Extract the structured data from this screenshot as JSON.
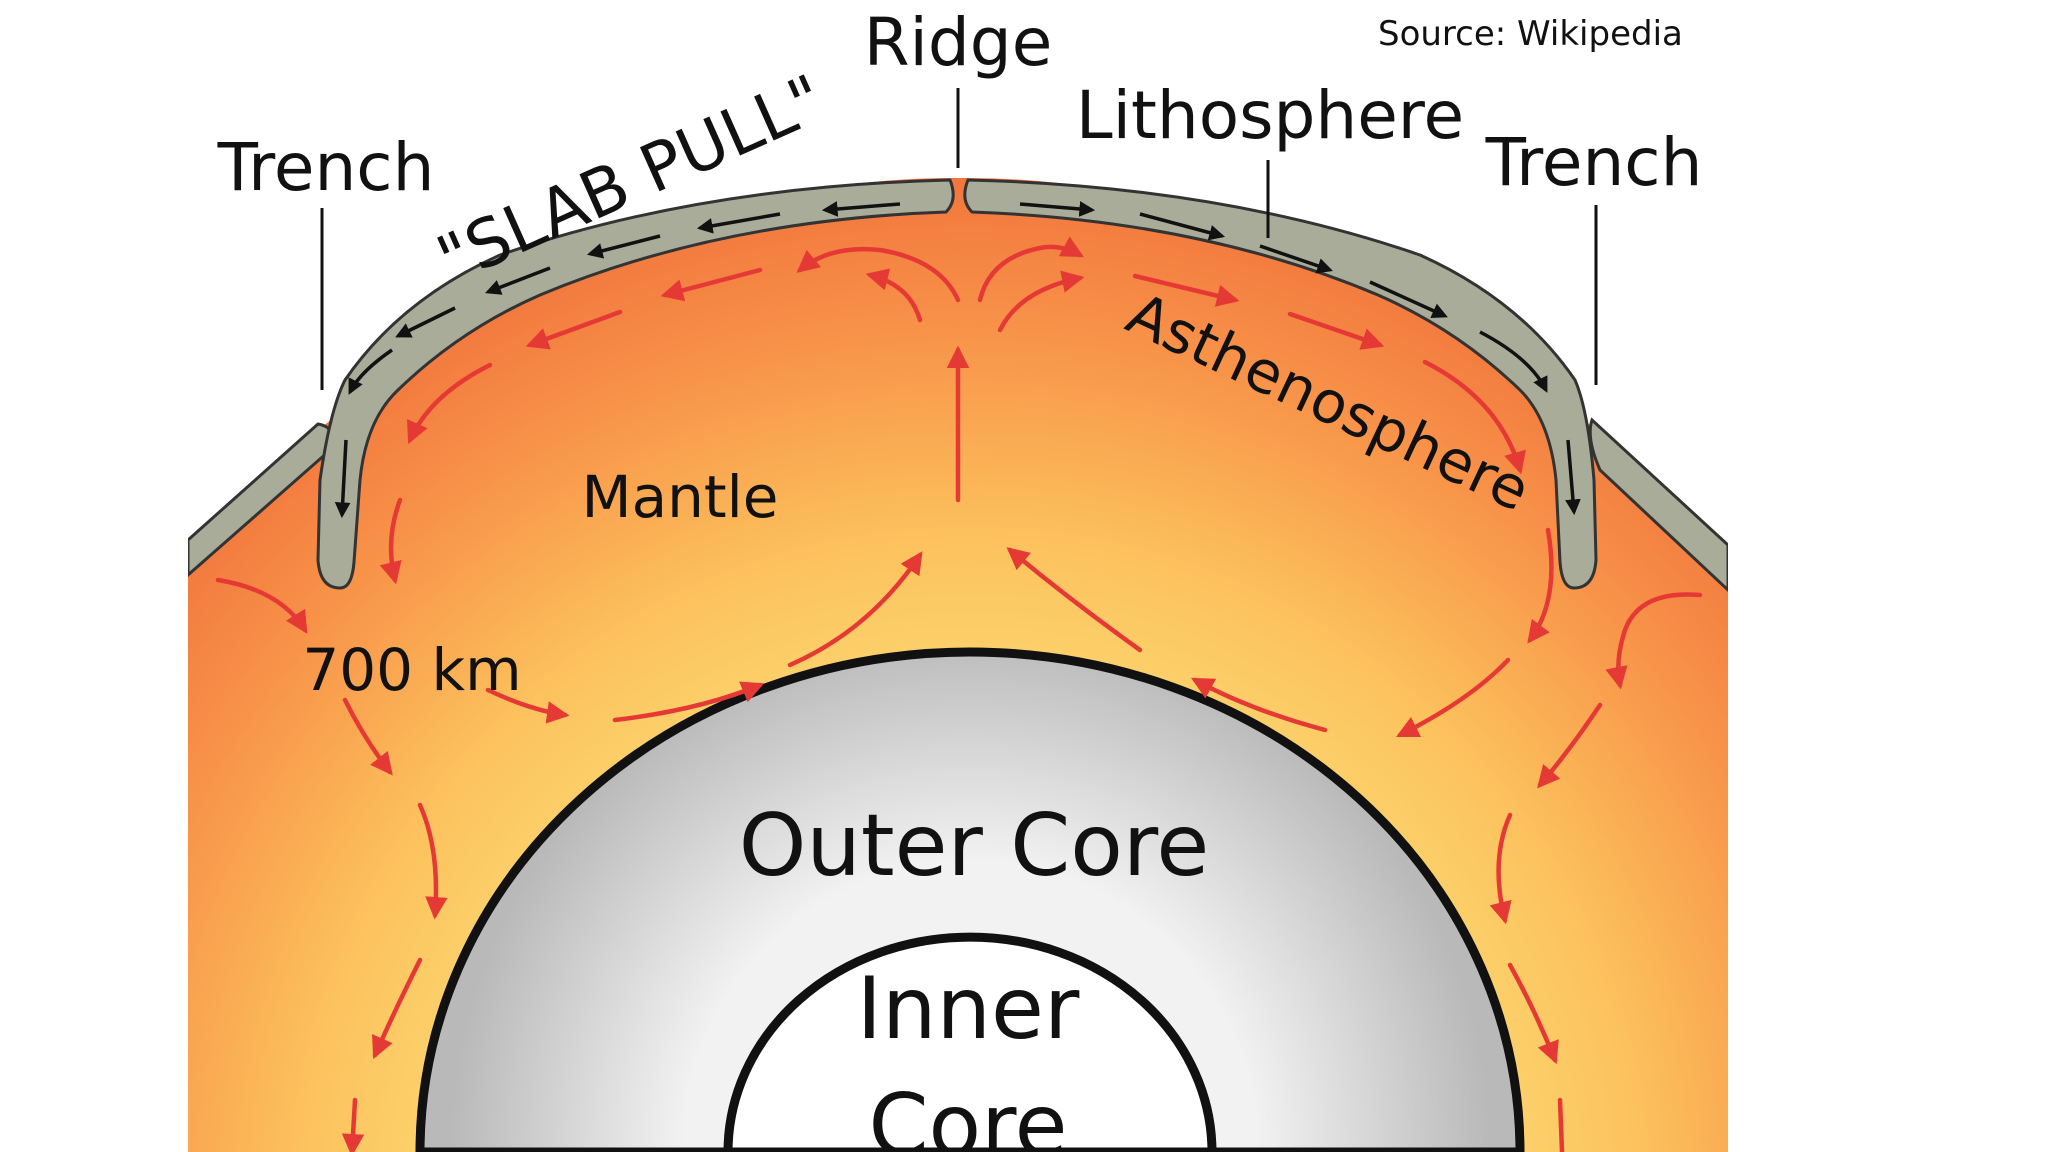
{
  "source": "Source: Wikipedia",
  "labels": {
    "ridge": "Ridge",
    "lithosphere": "Lithosphere",
    "trench_left": "Trench",
    "trench_right": "Trench",
    "slab_pull": "\"SLAB PULL\"",
    "asthenosphere": "Asthenosphere",
    "mantle": "Mantle",
    "depth": "700 km",
    "outer_core": "Outer Core",
    "inner_core_line1": "Inner",
    "inner_core_line2": "Core"
  },
  "colors": {
    "mantle_outer": "#f2773e",
    "mantle_inner": "#fdd46a",
    "lithosphere": "#a8ac98",
    "outer_core": "#c8c8c8",
    "inner_core": "#ffffff",
    "convection_arrow": "#e53935",
    "plate_arrow": "#111111"
  }
}
